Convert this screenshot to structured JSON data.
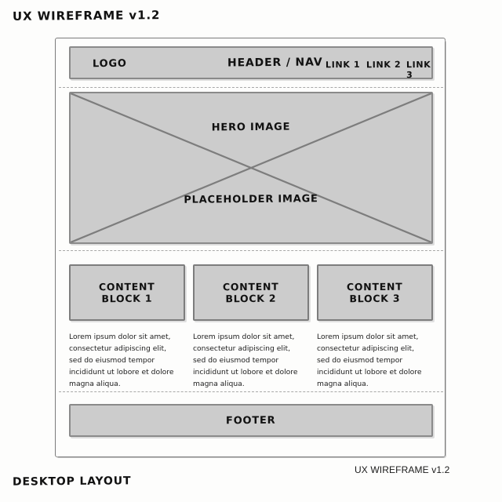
{
  "page": {
    "title": "UX WIREFRAME v1.2",
    "layout_label": "DESKTOP LAYOUT",
    "watermark": "UX WIREFRAME v1.2",
    "background_color": "#fdfdfc",
    "box_fill_color": "#cccccc",
    "box_border_color": "#8a8a8a",
    "divider_color": "#a8a8a8"
  },
  "header": {
    "logo": "LOGO",
    "nav_title": "HEADER / NAV",
    "links": [
      {
        "label": "LINK 1"
      },
      {
        "label": "LINK 2"
      },
      {
        "label": "LINK 3"
      }
    ]
  },
  "hero": {
    "label_top": "HERO IMAGE",
    "label_bottom": "PLACEHOLDER IMAGE"
  },
  "content_blocks": [
    {
      "title": "CONTENT\nBLOCK 1",
      "body": "Lorem ipsum dolor sit amet, consectetur adipiscing elit, sed do eiusmod tempor incididunt ut lobore et dolore magna aliqua."
    },
    {
      "title": "CONTENT\nBLOCK 2",
      "body": "Lorem ipsum dolor sit amet, consectetur adipiscing elit, sed do eiusmod tempor incididunt ut lobore et dolore magna aliqua."
    },
    {
      "title": "CONTENT\nBLOCK 3",
      "body": "Lorem ipsum dolor sit amet, consectetur adipiscing elit, sed do eiusmod tempor incididunt ut lobore et dolore magna aliqua."
    }
  ],
  "footer": {
    "label": "FOOTER"
  }
}
